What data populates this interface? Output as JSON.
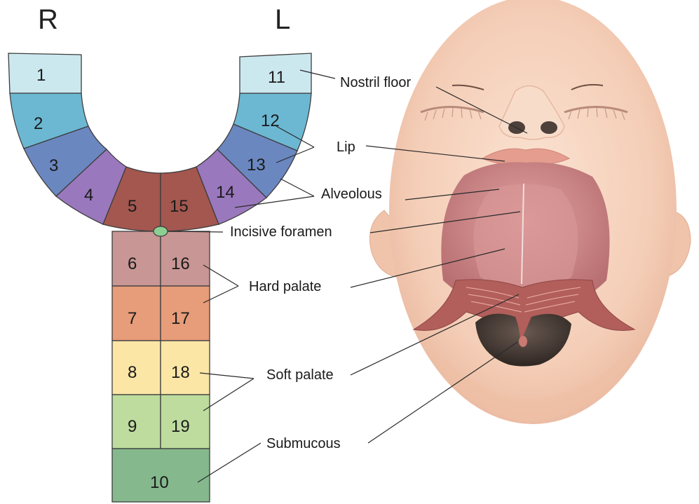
{
  "sides": {
    "right": "R",
    "left": "L"
  },
  "colors": {
    "seg_1": "#cce8ef",
    "seg_2": "#6cb8d3",
    "seg_3": "#6b87c0",
    "seg_4": "#9a78bd",
    "seg_5": "#a3574f",
    "seg_6": "#c89694",
    "seg_7": "#e79c7a",
    "seg_8": "#fbe6a6",
    "seg_9": "#bddc9e",
    "seg_10": "#85b98d",
    "foramen": "#8ccf92",
    "skin": "#f6d2bb",
    "palate": "#c77d7d",
    "throat": "#3f3430"
  },
  "segments": {
    "s1": "1",
    "s2": "2",
    "s3": "3",
    "s4": "4",
    "s5": "5",
    "s6": "6",
    "s7": "7",
    "s8": "8",
    "s9": "9",
    "s10": "10",
    "s11": "11",
    "s12": "12",
    "s13": "13",
    "s14": "14",
    "s15": "15",
    "s16": "16",
    "s17": "17",
    "s18": "18",
    "s19": "19"
  },
  "labels": {
    "nostril_floor": "Nostril floor",
    "lip": "Lip",
    "alveolous": "Alveolous",
    "incisive_foramen": "Incisive foramen",
    "hard_palate": "Hard palate",
    "soft_palate": "Soft palate",
    "submucous": "Submucous"
  }
}
